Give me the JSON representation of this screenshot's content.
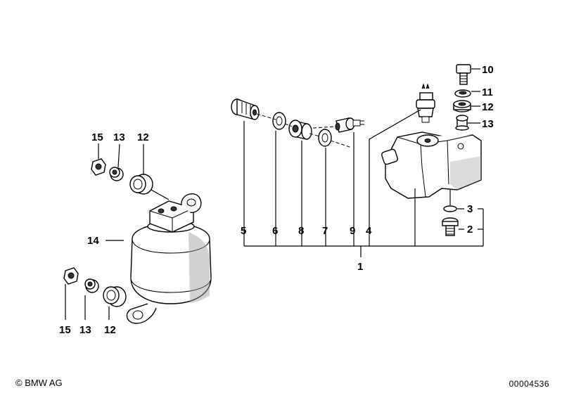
{
  "callouts": {
    "c1": "1",
    "c2": "2",
    "c3": "3",
    "c4": "4",
    "c5": "5",
    "c6": "6",
    "c7": "7",
    "c8": "8",
    "c9": "9",
    "c10": "10",
    "c11": "11",
    "c12": "12",
    "c13": "13",
    "c14": "14",
    "c15": "15",
    "c12b": "12",
    "c13b": "13",
    "c15b": "15",
    "c12c": "12",
    "c13c": "13"
  },
  "footer": {
    "copyright": "© BMW AG",
    "image_number": "00004536"
  }
}
